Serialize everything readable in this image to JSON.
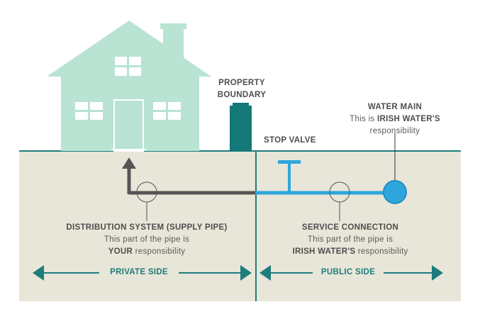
{
  "colors": {
    "house": "#b9e3d2",
    "house_window": "#ffffff",
    "ground": "#e8e6d8",
    "teal": "#1e7c7c",
    "boundary_post": "#147878",
    "private_pipe": "#555555",
    "public_pipe": "#2ea6dd",
    "text": "#5a5a5a"
  },
  "labels": {
    "property_boundary": [
      "PROPERTY",
      "BOUNDARY"
    ],
    "stop_valve": "STOP VALVE",
    "water_main": {
      "title": "WATER MAIN",
      "line2_prefix": "This is ",
      "line2_bold": "IRISH WATER'S",
      "line3": "responsibility"
    },
    "distribution": {
      "title": "DISTRIBUTION SYSTEM (SUPPLY PIPE)",
      "line2": "This part of the pipe is",
      "line3_bold": "YOUR",
      "line3_rest": " responsibility"
    },
    "service": {
      "title": "SERVICE CONNECTION",
      "line2": "This part of the pipe is",
      "line3_bold": "IRISH WATER'S",
      "line3_rest": " responsibility"
    },
    "private_side": "PRIVATE SIDE",
    "public_side": "PUBLIC SIDE"
  }
}
